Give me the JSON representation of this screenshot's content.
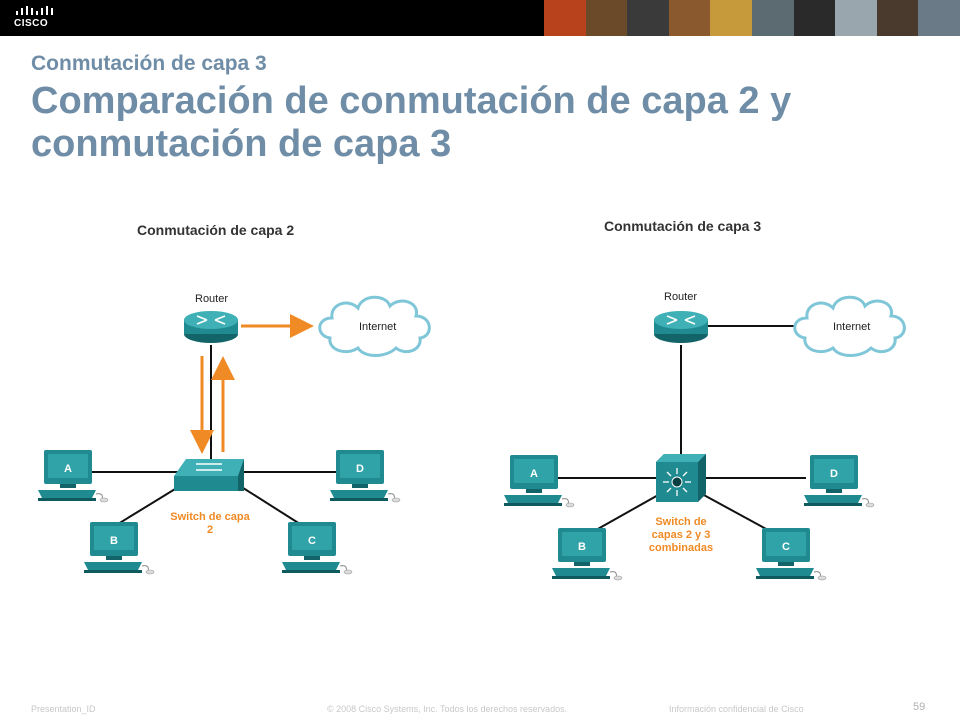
{
  "header": {
    "logo_text": "CISCO"
  },
  "subtitle": "Conmutación de capa 3",
  "title": "Comparación de conmutación de capa 2 y conmutación de capa 3",
  "diagrams": [
    {
      "heading": "Conmutación de capa 2",
      "router_label": "Router",
      "cloud_label": "Internet",
      "switch_label_lines": [
        "Switch de capa",
        "2"
      ],
      "pcs": [
        "A",
        "B",
        "C",
        "D"
      ]
    },
    {
      "heading": "Conmutación de capa 3",
      "router_label": "Router",
      "cloud_label": "Internet",
      "switch_label_lines": [
        "Switch de",
        "capas 2 y 3",
        "combinadas"
      ],
      "pcs": [
        "A",
        "B",
        "C",
        "D"
      ]
    }
  ],
  "colors": {
    "title": "#6f8da6",
    "device": "#1f8a8f",
    "arrow": "#f08a24",
    "switch_label": "#f08a24",
    "cloud_stroke": "#7fc6d8"
  },
  "footer": {
    "presentation_id": "Presentation_ID",
    "copyright": "© 2008 Cisco Systems, Inc. Todos los derechos reservados.",
    "confidential": "Información confidencial de Cisco",
    "page_number": "59"
  }
}
